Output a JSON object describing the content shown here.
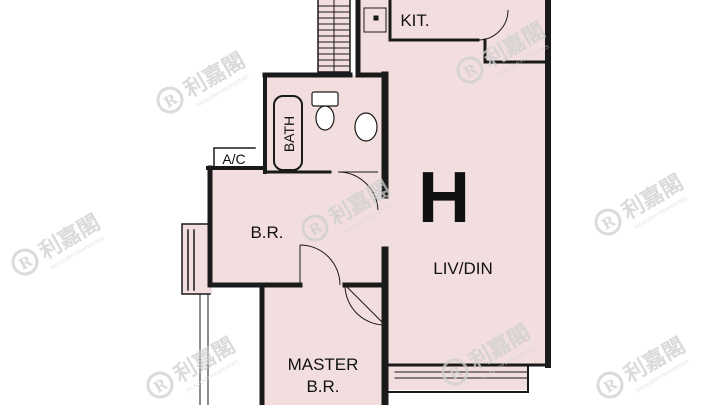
{
  "unit": {
    "letter": "H"
  },
  "rooms": {
    "kitchen": "KIT.",
    "bath": "BATH",
    "ac": "A/C",
    "bedroom": "B.R.",
    "living_dining": "LIV/DIN",
    "master_line1": "MASTER",
    "master_line2": "B.R."
  },
  "watermark": {
    "brand_cn": "利嘉閣",
    "brand_en": "RICACORP PROPERTIES",
    "logo_letter": "R"
  },
  "colors": {
    "room_fill": "#f2dede",
    "wall": "#1a1a1a",
    "watermark": "#cfcfcf"
  }
}
